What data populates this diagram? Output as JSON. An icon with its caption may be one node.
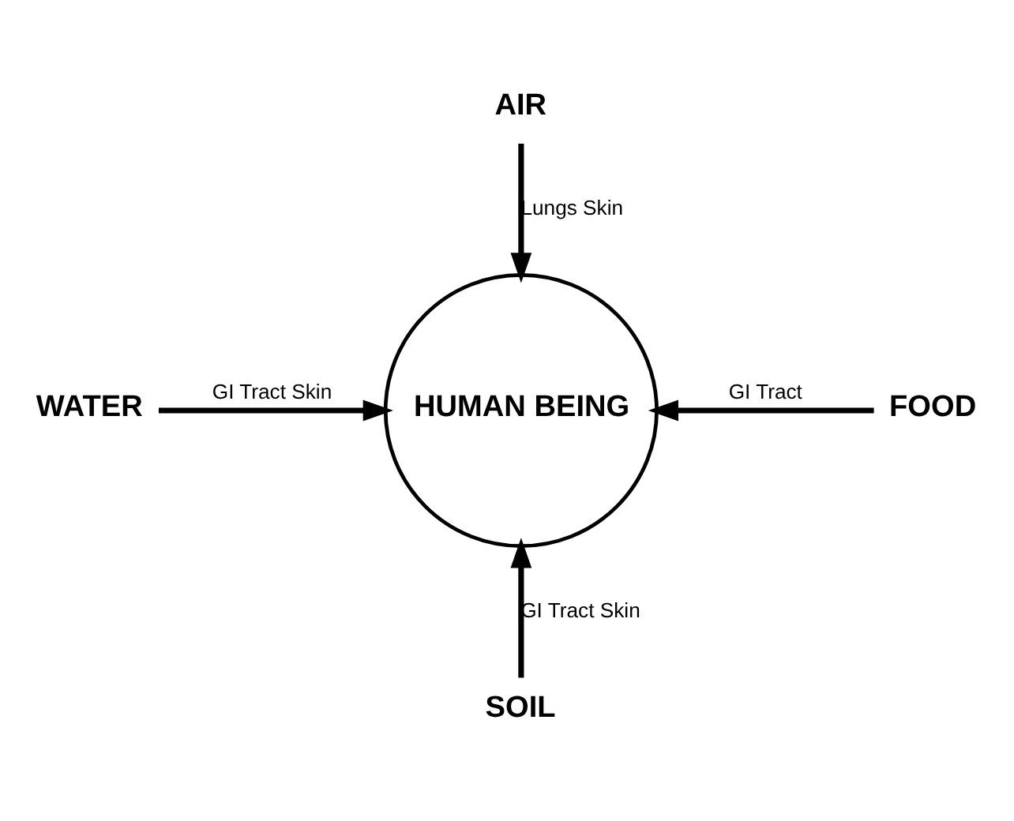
{
  "diagram": {
    "nodes": [
      {
        "text": [
          "HUMAN BEING"
        ]
      },
      {
        "text": [
          "AIR"
        ]
      },
      {
        "text": [
          "WATER"
        ]
      },
      {
        "text": [
          "FOOD"
        ]
      },
      {
        "text": [
          "SOIL"
        ]
      }
    ],
    "edges": [
      {
        "from": 1,
        "to": 0,
        "arrow": "to",
        "label": "Lungs Skin"
      },
      {
        "from": 2,
        "to": 0,
        "arrow": "to",
        "label": "GI Tract Skin"
      },
      {
        "from": 3,
        "to": 0,
        "arrow": "to",
        "label": "GI Tract"
      },
      {
        "from": 4,
        "to": 0,
        "arrow": "to",
        "label": "GI Tract Skin"
      }
    ]
  }
}
